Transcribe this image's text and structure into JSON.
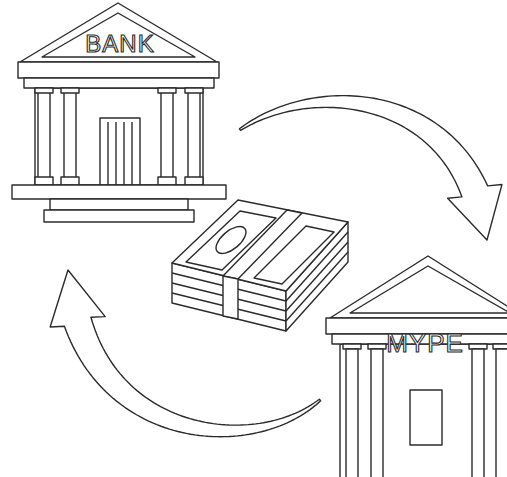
{
  "diagram": {
    "nodes": [
      {
        "text": [
          "BANK"
        ]
      },
      {
        "text": [
          "MYPE"
        ]
      }
    ],
    "edges": [
      {
        "from": 0,
        "to": 1,
        "arrow": "to"
      },
      {
        "from": 1,
        "to": 0,
        "arrow": "to"
      }
    ]
  }
}
